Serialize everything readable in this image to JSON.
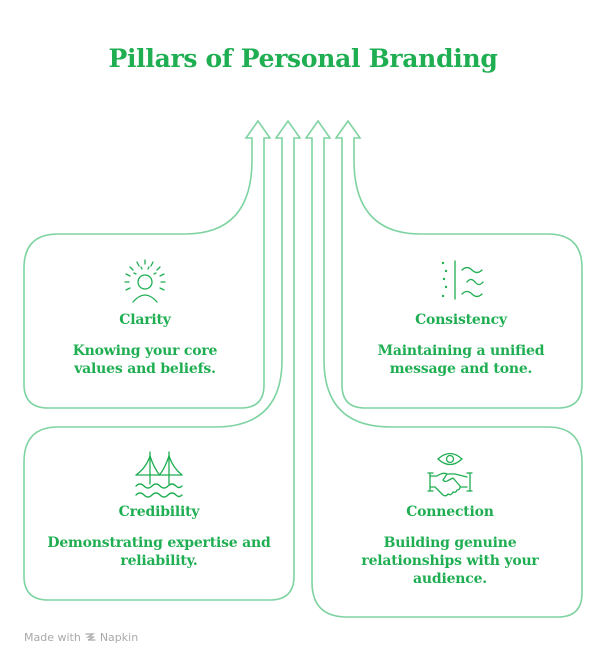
{
  "title": "Pillars of Personal Branding",
  "colors": {
    "accent": "#1fae52",
    "outline": "#7fd3a1",
    "footer": "#a9a9a9"
  },
  "pillars": [
    {
      "id": "clarity",
      "label": "Clarity",
      "description": "Knowing your core values and beliefs.",
      "icon": "person-radiating-icon"
    },
    {
      "id": "consistency",
      "label": "Consistency",
      "description": "Maintaining a unified message and tone.",
      "icon": "dots-line-waves-icon"
    },
    {
      "id": "credibility",
      "label": "Credibility",
      "description": "Demonstrating expertise and reliability.",
      "icon": "bridge-over-water-icon"
    },
    {
      "id": "connection",
      "label": "Connection",
      "description": "Building genuine relationships with your audience.",
      "icon": "eye-handshake-icon"
    }
  ],
  "footer": {
    "prefix": "Made with",
    "brand": "Napkin",
    "icon": "napkin-logo-icon"
  }
}
